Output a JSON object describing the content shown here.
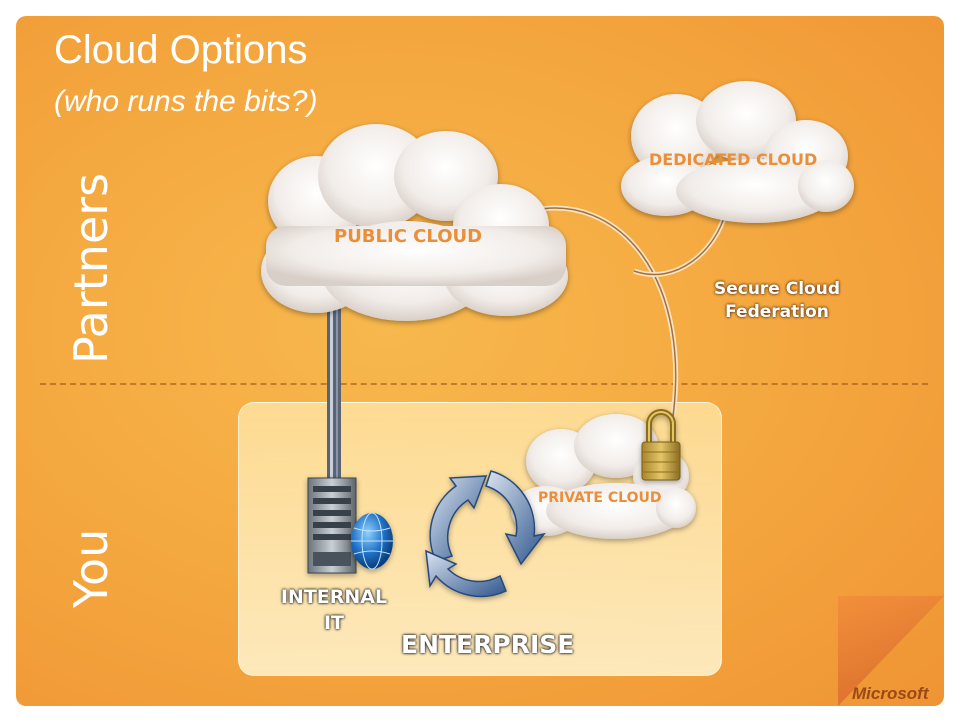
{
  "header": {
    "title": "Cloud Options",
    "subtitle": "(who runs the bits?)"
  },
  "zones": {
    "partners": "Partners",
    "you": "You"
  },
  "clouds": {
    "public": "PUBLIC CLOUD",
    "dedicated": "DEDICATED CLOUD",
    "private": "PRIVATE CLOUD"
  },
  "federation": {
    "line1": "Secure Cloud",
    "line2": "Federation"
  },
  "enterprise": {
    "internal_it_line1": "INTERNAL",
    "internal_it_line2": "IT",
    "label": "ENTERPRISE"
  },
  "footer": {
    "logo": "Microsoft"
  },
  "icons": [
    "cloud-icon",
    "server-icon",
    "globe-icon",
    "cycle-arrows-icon",
    "padlock-icon",
    "connector-cable-icon"
  ],
  "colors": {
    "background": "#f4a63e",
    "cloud_label": "#e98f3a",
    "arrows": "#3a5f94"
  }
}
